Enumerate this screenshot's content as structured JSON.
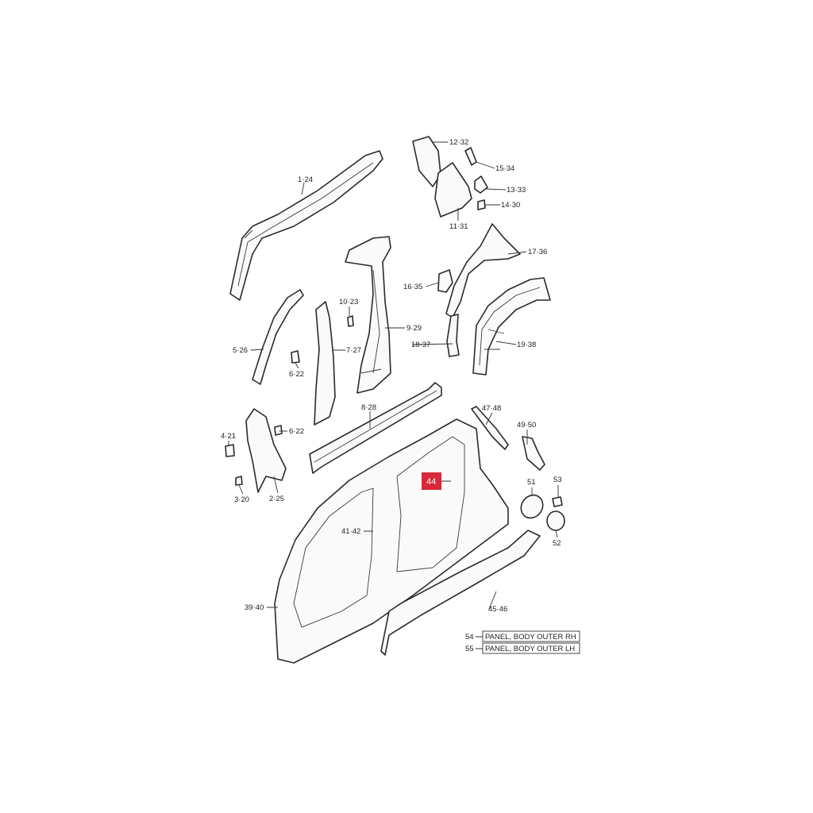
{
  "colors": {
    "highlight": "#d8283a",
    "line": "#2a2a2a"
  },
  "labels": {
    "l1_24": "1·24",
    "l12_32": "12·32",
    "l15_34": "15·34",
    "l13_33": "13·33",
    "l14_30": "14·30",
    "l11_31": "11·31",
    "l17_36": "17·36",
    "l16_35": "16·35",
    "l10_23": "10·23",
    "l9_29": "9·29",
    "l18_37": "18·37",
    "l19_38": "19·38",
    "l5_26": "5·26",
    "l7_27": "7·27",
    "l6_22a": "6·22",
    "l8_28": "8·28",
    "l47_48": "47·48",
    "l49_50": "49·50",
    "l4_21": "4·21",
    "l6_22b": "6·22",
    "l44": "44",
    "l51": "51",
    "l53": "53",
    "l3_20": "3·20",
    "l2_25": "2·25",
    "l41_42": "41·42",
    "l52": "52",
    "l39_40": "39·40",
    "l45_46": "45·46"
  },
  "legend": [
    {
      "num": "54",
      "text": "PANEL, BODY OUTER RH"
    },
    {
      "num": "55",
      "text": "PANEL, BODY OUTER LH"
    }
  ]
}
